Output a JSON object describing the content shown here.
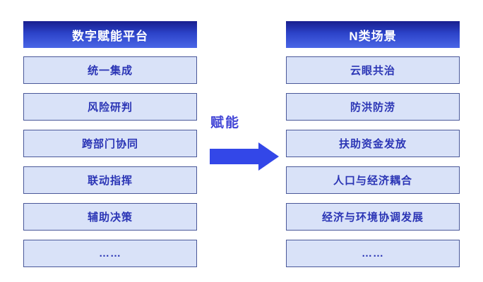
{
  "left_column": {
    "header": "数字赋能平台",
    "items": [
      "统一集成",
      "风险研判",
      "跨部门协同",
      "联动指挥",
      "辅助决策",
      "……"
    ]
  },
  "right_column": {
    "header": "N类场景",
    "items": [
      "云眼共治",
      "防洪防涝",
      "扶助资金发放",
      "人口与经济耦合",
      "经济与环境协调发展",
      "……"
    ]
  },
  "connector": {
    "label": "赋能"
  },
  "colors": {
    "header_gradient_top": "#181e8e",
    "header_gradient_bottom": "#4a66e6",
    "header_text": "#ffffff",
    "item_fill": "#d9e2f8",
    "item_border": "#4a5899",
    "item_text": "#2b35b5",
    "arrow": "#3347e8",
    "connector_label_text": "#4245d6",
    "background": "#ffffff"
  }
}
